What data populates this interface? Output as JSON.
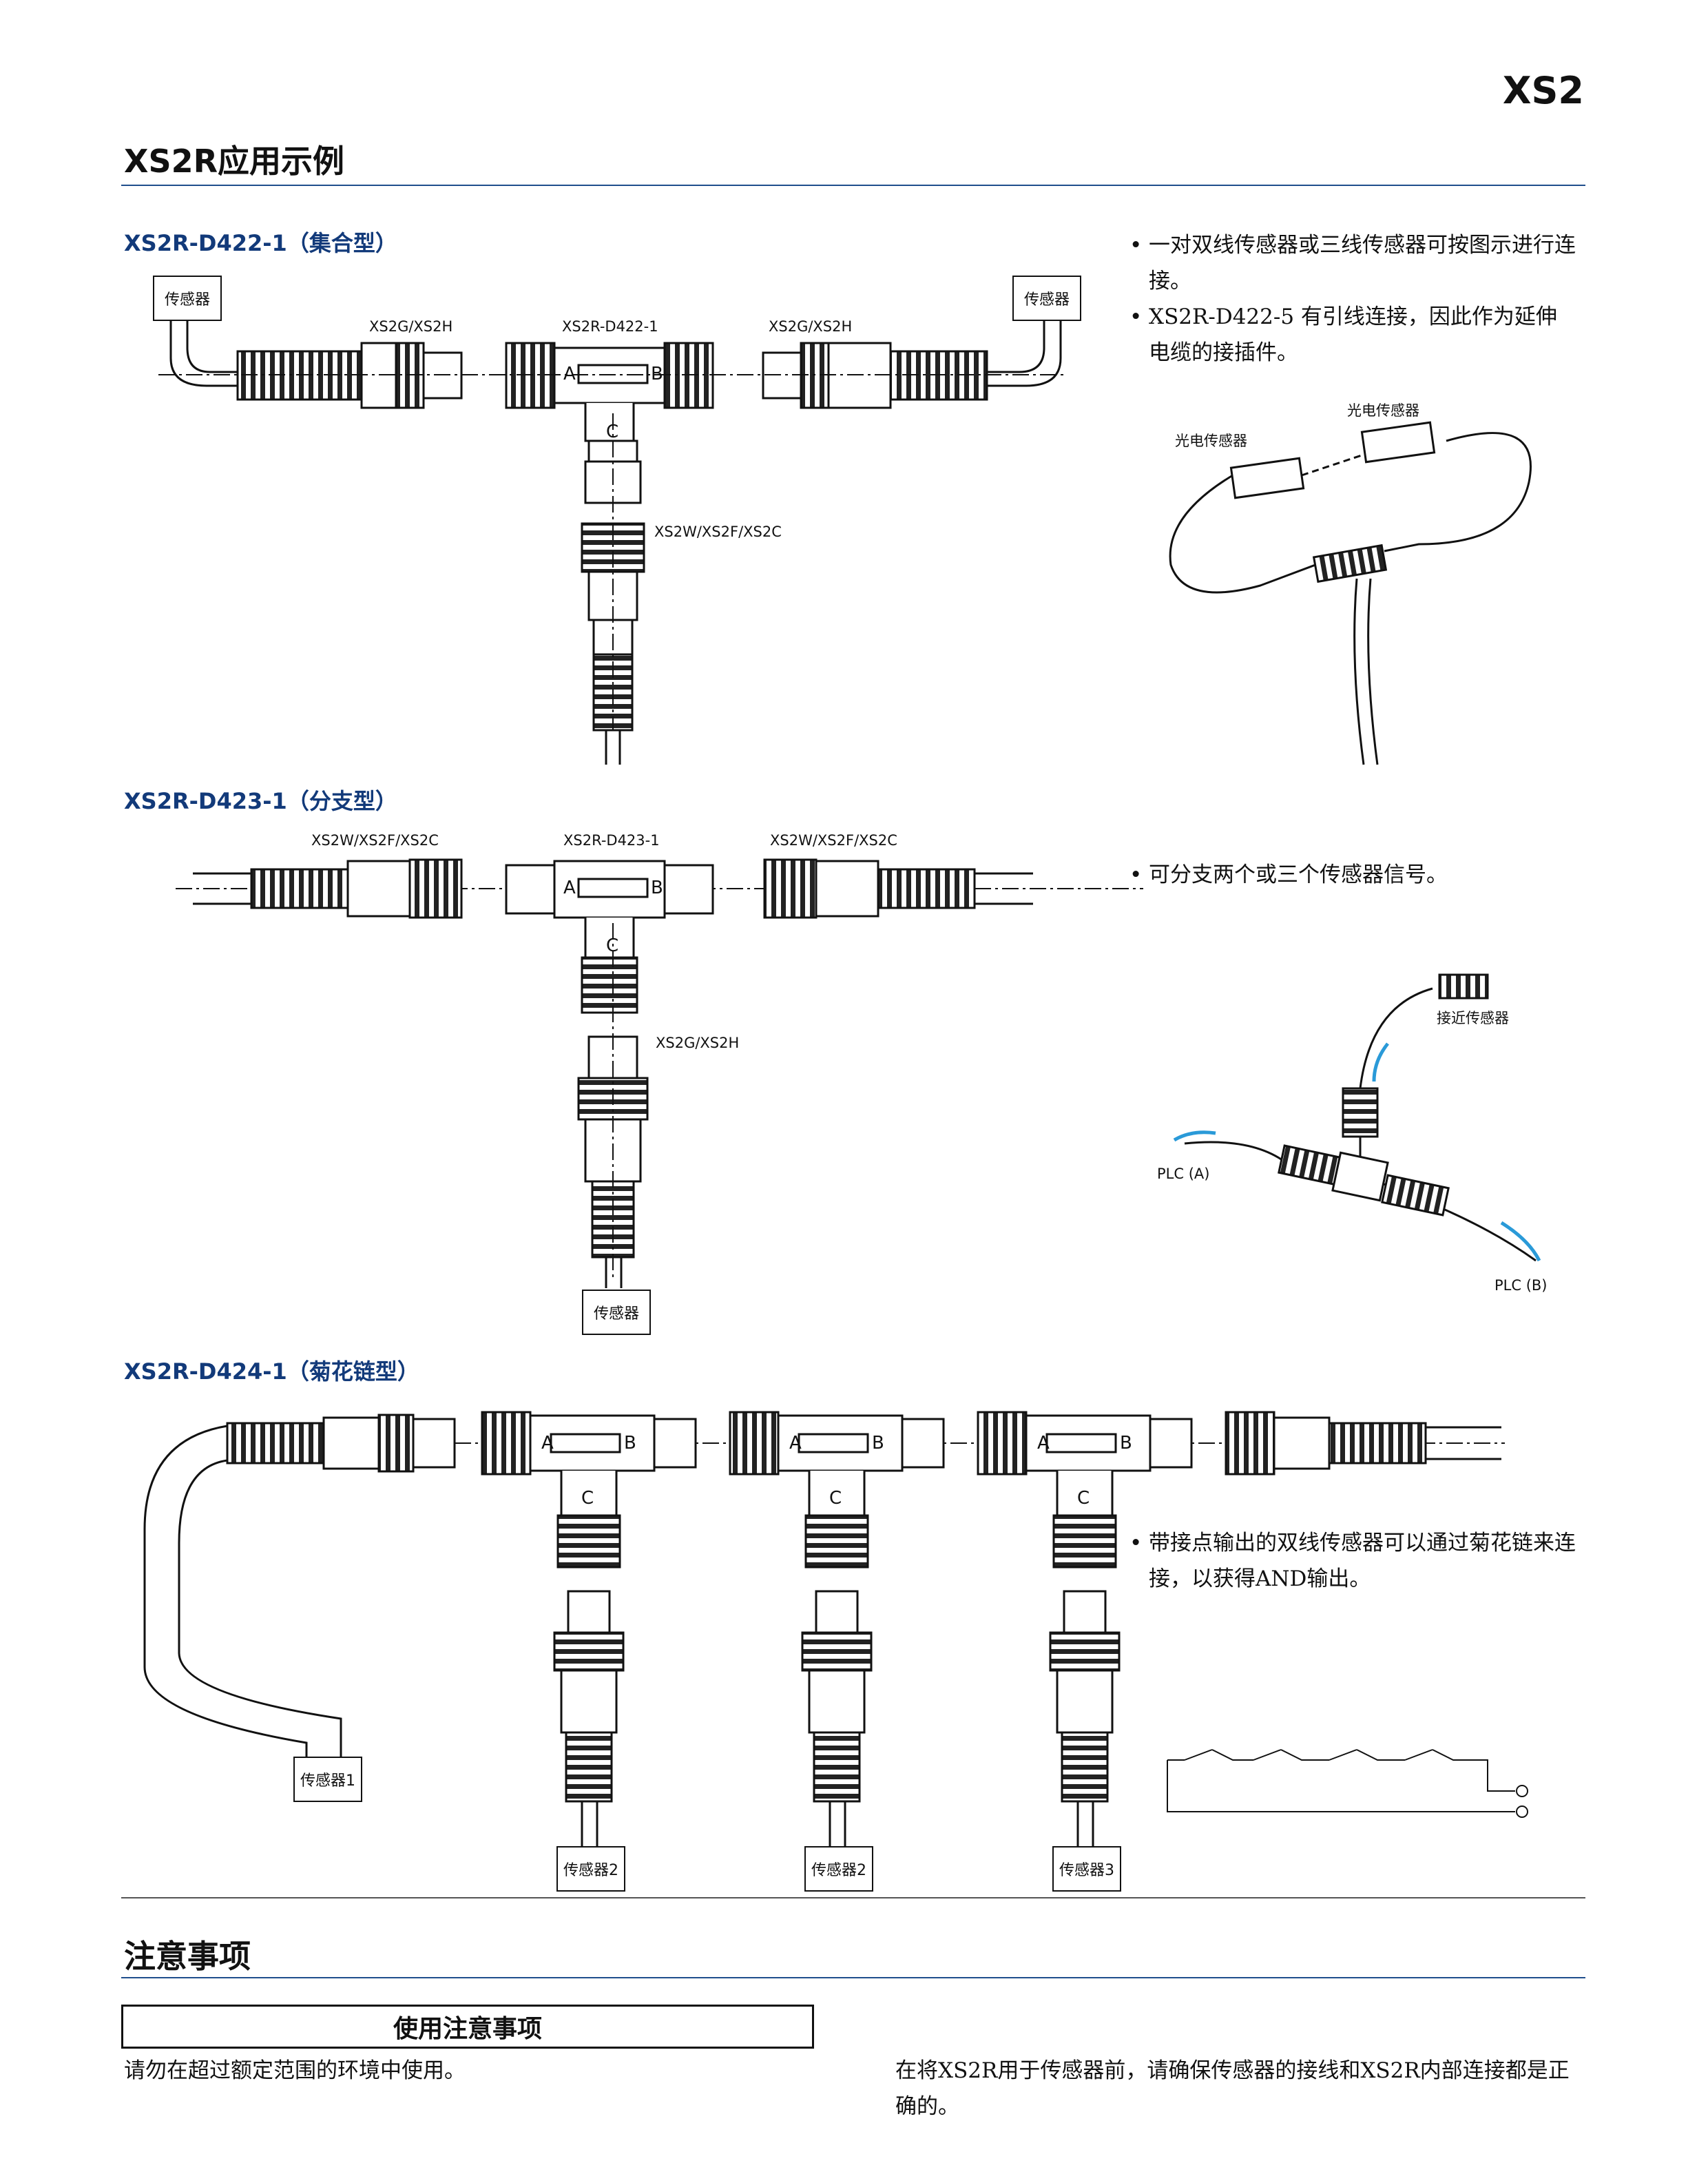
{
  "header": {
    "series": "XS2"
  },
  "section_main": {
    "title": "XS2R应用示例"
  },
  "d422": {
    "title": "XS2R-D422-1（集合型）",
    "sensor_left": "传感器",
    "sensor_right": "传感器",
    "lbl_left_conn": "XS2G/XS2H",
    "lbl_center": "XS2R-D422-1",
    "lbl_right_conn": "XS2G/XS2H",
    "lbl_bottom": "XS2W/XS2F/XS2C",
    "port_a": "A",
    "port_b": "B",
    "port_c": "C",
    "bullets": [
      "一对双线传感器或三线传感器可按图示进行连接。",
      "XS2R-D422-5 有引线连接，因此作为延伸电缆的接插件。"
    ],
    "photo_lbl_1": "光电传感器",
    "photo_lbl_2": "光电传感器"
  },
  "d423": {
    "title": "XS2R-D423-1（分支型）",
    "lbl_left": "XS2W/XS2F/XS2C",
    "lbl_center": "XS2R-D423-1",
    "lbl_right": "XS2W/XS2F/XS2C",
    "lbl_bottom": "XS2G/XS2H",
    "sensor": "传感器",
    "port_a": "A",
    "port_b": "B",
    "port_c": "C",
    "bullet": "可分支两个或三个传感器信号。",
    "photo_lbl_prox": "接近传感器",
    "photo_lbl_plc_a": "PLC (A)",
    "photo_lbl_plc_b": "PLC (B)"
  },
  "d424": {
    "title": "XS2R-D424-1（菊花链型）",
    "sensor1": "传感器1",
    "sensor2a": "传感器2",
    "sensor2b": "传感器2",
    "sensor3": "传感器3",
    "port_a": "A",
    "port_b": "B",
    "port_c": "C",
    "bullet": "带接点输出的双线传感器可以通过菊花链来连接，以获得AND输出。"
  },
  "section_notes": {
    "title": "注意事项"
  },
  "precautions": {
    "box_title": "使用注意事项",
    "left_text": "请勿在超过额定范围的环境中使用。",
    "right_text": "在将XS2R用于传感器前，请确保传感器的接线和XS2R内部连接都是正确的。"
  },
  "colors": {
    "heading_blue": "#123a7a",
    "rule_blue": "#1f4e8c",
    "arrow_blue": "#2a9ad8"
  }
}
